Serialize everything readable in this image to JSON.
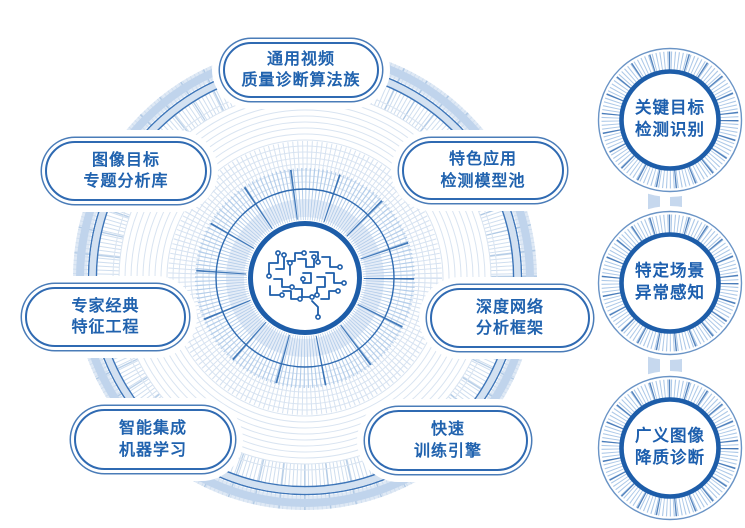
{
  "diagram": {
    "center": {
      "icon": "circuit-brain-icon"
    },
    "pills": [
      {
        "id": "top",
        "line1": "通用视频",
        "line2": "质量诊断算法族"
      },
      {
        "id": "upper-left",
        "line1": "图像目标",
        "line2": "专题分析库"
      },
      {
        "id": "upper-right",
        "line1": "特色应用",
        "line2": "检测模型池"
      },
      {
        "id": "left",
        "line1": "专家经典",
        "line2": "特征工程"
      },
      {
        "id": "right",
        "line1": "深度网络",
        "line2": "分析框架"
      },
      {
        "id": "bottom-left",
        "line1": "智能集成",
        "line2": "机器学习"
      },
      {
        "id": "bottom-right",
        "line1": "快速",
        "line2": "训练引擎"
      }
    ],
    "side_circles": [
      {
        "id": "side-1",
        "line1": "关键目标",
        "line2": "检测识别"
      },
      {
        "id": "side-2",
        "line1": "特定场景",
        "line2": "异常感知"
      },
      {
        "id": "side-3",
        "line1": "广义图像",
        "line2": "降质诊断"
      }
    ],
    "colors": {
      "primary_text": "#2062ae",
      "ring_dark": "#1d5da9",
      "ring_mid": "#3d75b8",
      "tick_light": "#adc9e8",
      "band_light": "#c0d4ec"
    }
  }
}
